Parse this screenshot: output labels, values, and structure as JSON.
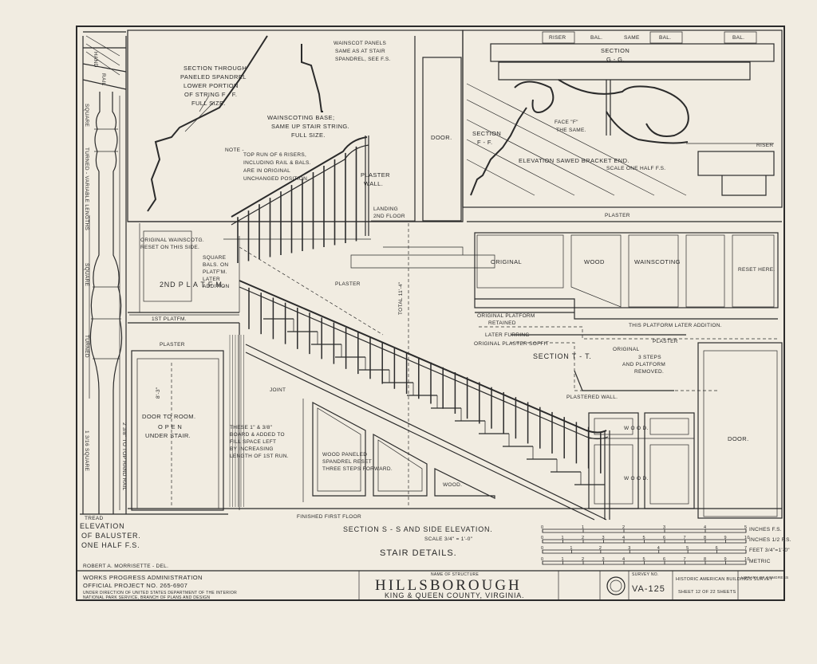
{
  "sheet": {
    "structure_label": "NAME OF STRUCTURE",
    "structure_name": "HILLSBOROUGH",
    "location": "KING & QUEEN COUNTY, VIRGINIA.",
    "survey_label": "SURVEY NO.",
    "survey_no": "VA-125",
    "agency": "HISTORIC AMERICAN BUILDINGS SURVEY",
    "sheet_of": "SHEET 12 OF 22 SHEETS",
    "wpa": "WORKS PROGRESS ADMINISTRATION",
    "project": "OFFICIAL PROJECT NO. 265-6907",
    "direction_1": "UNDER DIRECTION OF UNITED STATES DEPARTMENT OF THE INTERIOR",
    "direction_2": "NATIONAL PARK SERVICE, BRANCH OF PLANS AND DESIGN",
    "library": "LIBRARY OF CONGRESS",
    "draftsman": "ROBERT A. MORRISETTE - DEL.",
    "main_title": "STAIR DETAILS."
  },
  "baluster": {
    "title_1": "ELEVATION",
    "title_2": "OF BALUSTER.",
    "title_3": "ONE HALF F.S.",
    "rail": "RAIL",
    "hand": "HAND",
    "turned": "TURNED",
    "square": "SQUARE",
    "turned_varies": "TURNED - VARIABLE LENGTHS",
    "tread": "TREAD",
    "to_top": "2 3/8\" TO TOP HAND RAIL",
    "sq_dim": "1 3/16 SQUARE"
  },
  "notes": {
    "spandrel_1": "SECTION THROUGH",
    "spandrel_2": "PANELED SPANDREL",
    "spandrel_3": "LOWER PORTION",
    "spandrel_4": "OF STRING F - F.",
    "spandrel_5": "FULL SIZE.",
    "wainscot_1": "WAINSCOT PANELS",
    "wainscot_2": "SAME AS AT STAIR",
    "wainscot_3": "SPANDREL, SEE F.S.",
    "base_1": "WAINSCOTING BASE;",
    "base_2": "SAME UP STAIR STRING.",
    "base_3": "FULL SIZE.",
    "note": "NOTE -",
    "top_1": "TOP RUN OF 6 RISERS,",
    "top_2": "INCLUDING RAIL & BALS.",
    "top_3": "ARE IN ORIGINAL",
    "top_4": "UNCHANGED POSITION.",
    "plaster_wall": "PLASTER",
    "wall": "WALL.",
    "landing": "LANDING",
    "second_floor": "2ND FLOOR",
    "door": "DOOR.",
    "orig_wain_1": "ORIGINAL WAINSCOTG.",
    "orig_wain_2": "RESET ON THIS SIDE.",
    "square_bals_1": "SQUARE",
    "square_bals_2": "BALS. ON",
    "square_bals_3": "PLATF'M.",
    "square_bals_4": "LATER",
    "square_bals_5": "ADDITION",
    "platform_2": "2ND P L A T F M.",
    "platform_1": "1ST PLATFM.",
    "plaster": "PLASTER",
    "total": "TOTAL 11'-4\"",
    "door_room_1": "DOOR TO ROOM.",
    "door_room_2": "O P E N",
    "door_room_3": "UNDER STAIR.",
    "joint": "JOINT",
    "fill_1": "THESE 1\" & 3/8\"",
    "fill_2": "BOARD & ADDED TO",
    "fill_3": "FILL SPACE LEFT",
    "fill_4": "BY INCREASING",
    "fill_5": "LENGTH OF 1ST RUN.",
    "spandrel_reset_1": "WOOD PANELED",
    "spandrel_reset_2": "SPANDREL RESET",
    "spandrel_reset_3": "THREE STEPS FORWARD.",
    "wood": "WOOD.",
    "finished_floor": "FINISHED FIRST FLOOR",
    "height_dim": "8'-3\"",
    "section_ss_1": "SECTION S - S AND SIDE ELEVATION.",
    "section_ss_2": "SCALE 3/4\" = 1'-0\""
  },
  "right": {
    "riser": "RISER",
    "bal": "BAL.",
    "same": "SAME",
    "section_gg_1": "SECTION",
    "section_gg_2": "G - G.",
    "section_ff_1": "SECTION",
    "section_ff_2": "F - F.",
    "face_1": "FACE \"F\"",
    "face_2": "THE SAME.",
    "bracket_1": "ELEVATION SAWED BRACKET END.",
    "bracket_2": "SCALE ONE HALF F.S.",
    "riser_r": "RISER",
    "plaster": "PLASTER",
    "panels": [
      "ORIGINAL",
      "WOOD",
      "WAINSCOTING",
      "",
      "RESET HERE."
    ],
    "orig_platform_1": "ORIGINAL PLATFORM",
    "orig_platform_2": "RETAINED",
    "later_addition": "THIS PLATFORM LATER ADDITION.",
    "later_furring": "LATER FURRING",
    "orig_plaster": "ORIGINAL PLASTER SOFFIT",
    "section_tt": "SECTION T - T.",
    "orig_steps_1": "ORIGINAL",
    "orig_steps_2": "3 STEPS",
    "orig_steps_3": "AND PLATFORM",
    "orig_steps_4": "REMOVED.",
    "plaster2": "PLASTER",
    "plastered_wall": "PLASTERED WALL.",
    "wood_1": "W O O D.",
    "wood_2": "W O O D.",
    "door": "DOOR."
  },
  "scales": {
    "inches_fs": "INCHES F.S.",
    "inches_half": "INCHES 1/2 F.S.",
    "feet": "FEET 3/4\"=1'-0\"",
    "metric": "METRIC",
    "bar1": [
      "0",
      "1",
      "2",
      "3",
      "4",
      "5"
    ],
    "bar2": [
      "0",
      "1",
      "2",
      "3",
      "4",
      "5",
      "6",
      "7",
      "8",
      "9",
      "10"
    ],
    "bar3": [
      "0",
      "1",
      "2",
      "3",
      "4",
      "5",
      "6",
      "7"
    ],
    "bar4": [
      "0",
      "1",
      "2",
      "3",
      "4",
      "5",
      "6",
      "7",
      "8",
      "9",
      "10"
    ]
  },
  "colors": {
    "paper": "#f1ece1",
    "ink": "#2b2b2b"
  }
}
